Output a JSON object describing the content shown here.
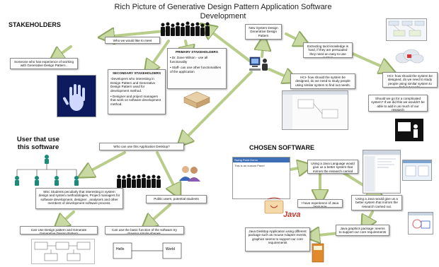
{
  "title": "Rich Picture of Generative Design Pattern Application Software Development",
  "headings": {
    "stakeholders": "STAKEHOLDERS",
    "users": "User that use this software",
    "chosen": "CHOSEN SOFTWARE"
  },
  "boxes": {
    "meet": "Who we would like to meet",
    "experience": "Someone who has experience of working with Generative Design Pattern .",
    "primary_title": "PRIMARY STAKEHOLDERS",
    "primary_1": "Dr. Dave Wilson - use all functionality",
    "primary_2": "Staff- can use other functionalities of the application",
    "secondary_title": "SECONDARY STAKEHOLDERS",
    "secondary_1": "-Developers who interesting in Design Pattern and Generative Design Pattern used for development method.",
    "secondary_2": "Designer and project managers that work on software development method.",
    "new_system": "New System Design Generative Design Pattern",
    "extracting": "Extracting tacit knowledge is hard, if they are persuaded they need an easy to use system",
    "hci_left": "HCI- how should the system be designed, do we need to study people using similar system to find out needs.",
    "hci_right": "HCI- how should the system be designed, do we need to study people using similar system to find out needs.",
    "complicated": "Should we go for a complicated system? If we did this we wouldn't be able to add in as much of our research",
    "who_use": "Who can use this Application Desktop?",
    "msc": "MSc Students peculiarly that interesting in system design and system methodologies, Project managers for software development, designer , analysers and other members of development software process.",
    "public": "Public users, potential students",
    "can_use_dp": "Can Use Design pattern and Generate Generative Design Pattern",
    "can_use_basic": "Can use the basic function of the software try drawing simple shapes.",
    "java_lang": "Using a Java Language would give us a better system that mirrors the research carried out",
    "have_exp": "I have experience of Java language",
    "java_better": "Using a Java would give us a better system that mirrors the research carried out.",
    "graphics_pkg": "Java graphics package: seems to support our core requirements",
    "desktop_app": "Java Desktop Application using different package such as mouse Adapter events, graphics seems to support our core requirements",
    "hello": "Hello",
    "world": "World",
    "java_logo": "Java",
    "window_title": "Swing Paint Demo",
    "window_text": "This is an custom Panel"
  },
  "colors": {
    "arrow_fill": "#c9d9a2",
    "arrow_stroke": "#8fa860",
    "box_border": "#8a8a8a",
    "people": "#111111"
  },
  "icons": [
    "people-crowd-icon",
    "computer-user-icon",
    "handprint-icon",
    "building-icon",
    "users-icon",
    "java-logo-icon",
    "cloud-icon",
    "hierarchy-icon"
  ]
}
